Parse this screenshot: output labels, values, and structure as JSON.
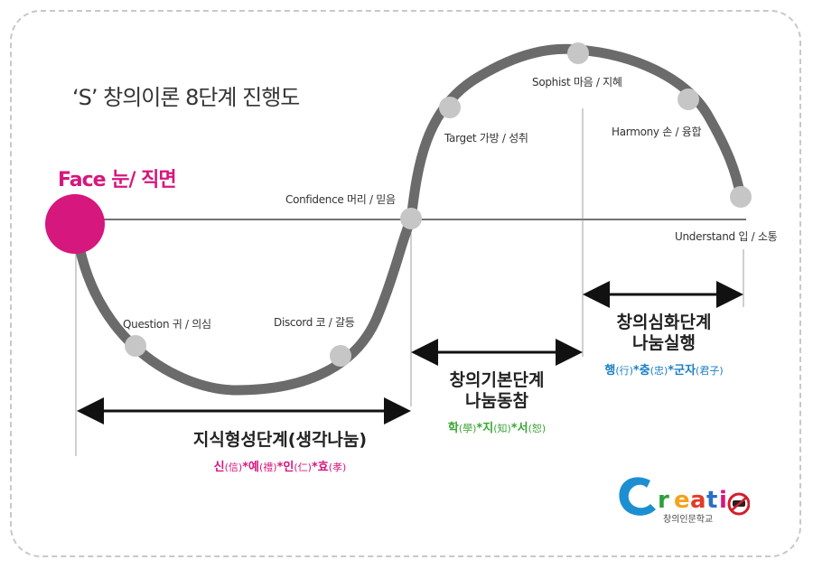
{
  "title": "‘S’ 창의이론 8단계 진행도",
  "face_label": "Face 눈/ 직면",
  "steps": [
    {
      "label": "Question 귀 / 의심"
    },
    {
      "label": "Discord 코 / 갈등"
    },
    {
      "label": "Confidence 머리 / 믿음"
    },
    {
      "label": "Target 가방 / 성취"
    },
    {
      "label": "Sophist 마음 / 지혜"
    },
    {
      "label": "Harmony 손 / 융합"
    },
    {
      "label": "Understand 입 / 소통"
    }
  ],
  "stages": [
    {
      "title": "지식형성단계(생각나눔)",
      "virtues": [
        {
          "k": "신",
          "h": "(信)"
        },
        {
          "k": "예",
          "h": "(禮)"
        },
        {
          "k": "인",
          "h": "(仁)"
        },
        {
          "k": "효",
          "h": "(孝)"
        }
      ]
    },
    {
      "title_line1": "창의기본단계",
      "title_line2": "나눔동참",
      "virtues": [
        {
          "k": "학",
          "h": "(學)"
        },
        {
          "k": "지",
          "h": "(知)"
        },
        {
          "k": "서",
          "h": "(恕)"
        }
      ]
    },
    {
      "title_line1": "창의심화단계",
      "title_line2": "나눔실행",
      "virtues": [
        {
          "k": "행",
          "h": "(行)"
        },
        {
          "k": "충",
          "h": "(忠)"
        },
        {
          "k": "군자",
          "h": "(君子)"
        }
      ]
    }
  ],
  "separator": "*",
  "colors": {
    "accent": "#d6177d",
    "curve": "#6b6b6b",
    "node": "#c6c6c6",
    "green": "#3aa535",
    "blue": "#1a7fc2"
  },
  "logo": {
    "text": "reati",
    "caption": "창의인문학교"
  }
}
